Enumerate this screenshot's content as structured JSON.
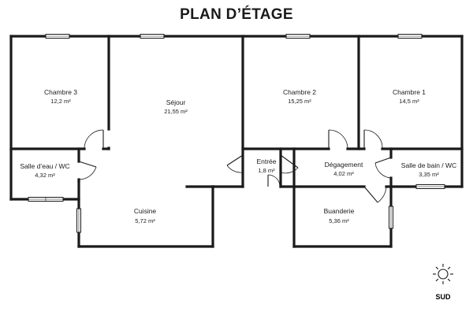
{
  "title": "PLAN D’ÉTAGE",
  "rooms": {
    "chambre3": {
      "name": "Chambre 3",
      "area": "12,2 m²"
    },
    "sejour": {
      "name": "Séjour",
      "area": "21,55 m²"
    },
    "chambre2": {
      "name": "Chambre 2",
      "area": "15,25 m²"
    },
    "chambre1": {
      "name": "Chambre 1",
      "area": "14,5 m²"
    },
    "salle_eau": {
      "name": "Salle d’eau / WC",
      "area": "4,32 m²"
    },
    "entree": {
      "name": "Entrée",
      "area": "1,8 m²"
    },
    "degagement": {
      "name": "Dégagement",
      "area": "4,02 m²"
    },
    "salle_bain": {
      "name": "Salle de bain / WC",
      "area": "3,35 m²"
    },
    "cuisine": {
      "name": "Cuisine",
      "area": "5,72 m²"
    },
    "buanderie": {
      "name": "Buanderie",
      "area": "5,36 m²"
    }
  },
  "compass": {
    "label": "SUD",
    "icon": "sun-icon"
  }
}
